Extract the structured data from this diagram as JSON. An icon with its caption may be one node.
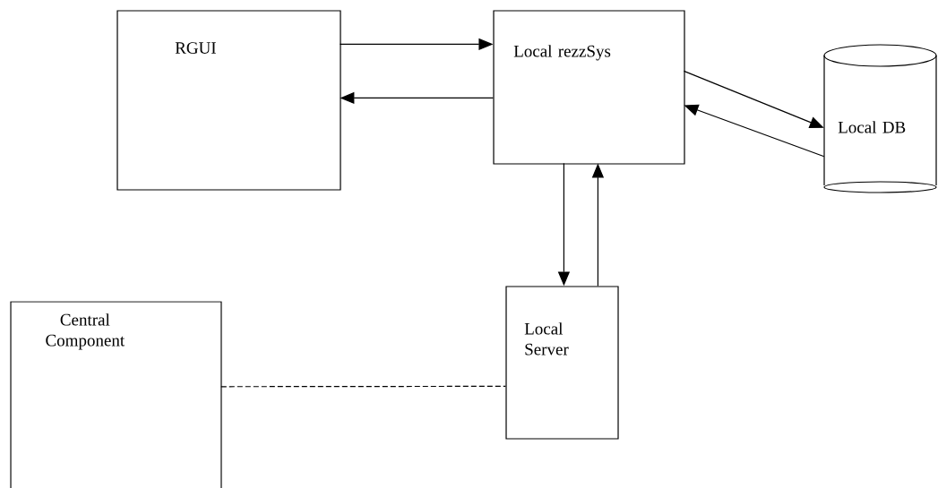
{
  "diagram": {
    "nodes": [
      {
        "text": [
          "RGUI"
        ]
      },
      {
        "text": [
          "Local rezzSys"
        ]
      },
      {
        "text": [
          "Local DB"
        ]
      },
      {
        "text": [
          "Local Server"
        ]
      },
      {
        "text": [
          "Central Component"
        ]
      }
    ],
    "edges": [
      {
        "from": 0,
        "to": 1,
        "arrow": "to"
      },
      {
        "from": 1,
        "to": 0,
        "arrow": "to"
      },
      {
        "from": 1,
        "to": 2,
        "arrow": "to"
      },
      {
        "from": 2,
        "to": 1,
        "arrow": "to"
      },
      {
        "from": 1,
        "to": 3,
        "arrow": "to"
      },
      {
        "from": 3,
        "to": 1,
        "arrow": "to"
      },
      {
        "from": 4,
        "to": 3,
        "arrow": "none",
        "style": "dashed"
      }
    ]
  }
}
